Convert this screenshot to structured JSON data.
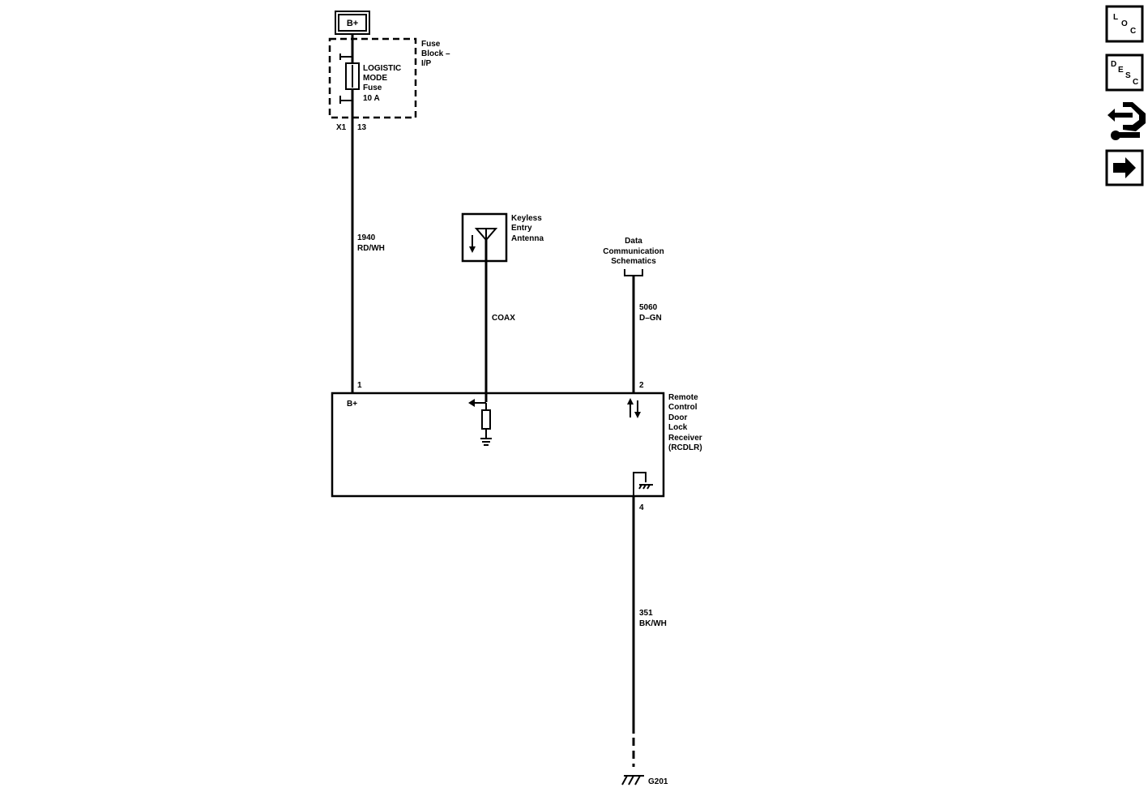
{
  "power": {
    "label": "B+"
  },
  "fuse_block": {
    "label_line1": "Fuse",
    "label_line2": "Block –",
    "label_line3": "I/P",
    "fuse_line1": "LOGISTIC",
    "fuse_line2": "MODE",
    "fuse_line3": "Fuse",
    "fuse_line4": "10 A",
    "connector": "X1",
    "pin": "13"
  },
  "wires": {
    "power_wire": {
      "circuit": "1940",
      "color": "RD/WH"
    },
    "antenna_wire": {
      "label": "COAX"
    },
    "data_wire": {
      "circuit": "5060",
      "color": "D–GN"
    },
    "ground_wire": {
      "circuit": "351",
      "color": "BK/WH"
    }
  },
  "antenna": {
    "label_line1": "Keyless",
    "label_line2": "Entry",
    "label_line3": "Antenna"
  },
  "data_link": {
    "label_line1": "Data",
    "label_line2": "Communication",
    "label_line3": "Schematics"
  },
  "receiver": {
    "pin_power": "1",
    "pin_data": "2",
    "pin_ground": "4",
    "bplus_label": "B+",
    "name_line1": "Remote",
    "name_line2": "Control",
    "name_line3": "Door",
    "name_line4": "Lock",
    "name_line5": "Receiver",
    "name_line6": "(RCDLR)"
  },
  "ground": {
    "label": "G201"
  },
  "toolbar": {
    "loc": {
      "l": "L",
      "o": "O",
      "c": "C"
    },
    "desc": {
      "d": "D",
      "e": "E",
      "s": "S",
      "c": "C"
    }
  }
}
